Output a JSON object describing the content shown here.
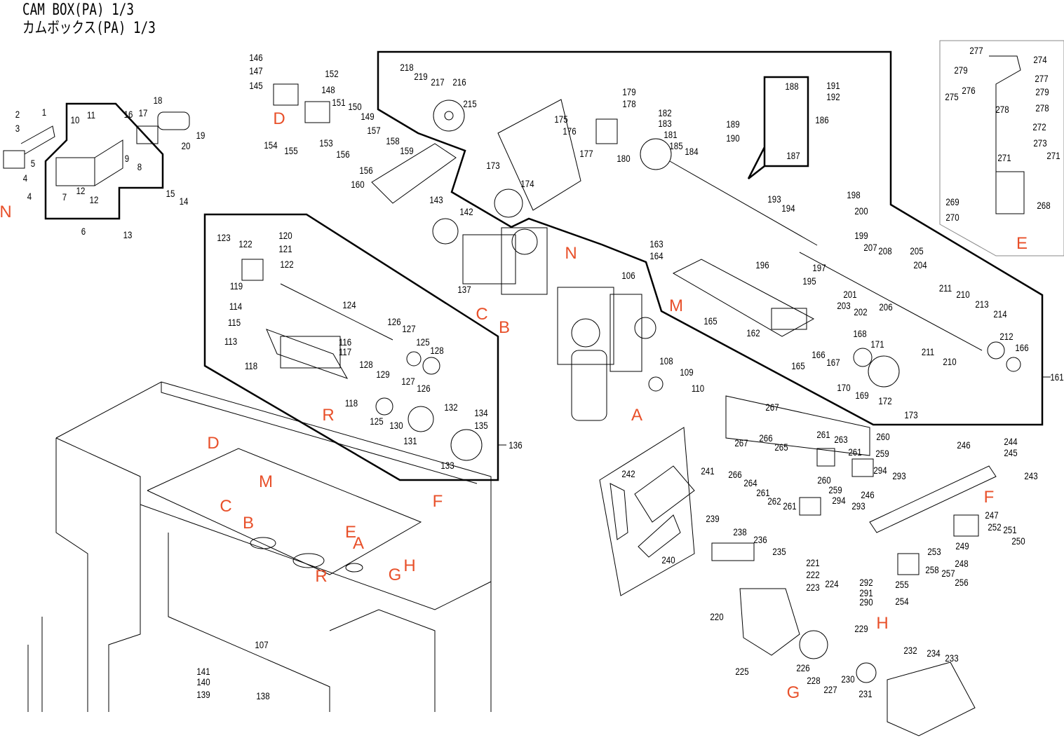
{
  "title": {
    "line1": "CAM BOX(PA) 1/3",
    "line2": "カムボックス(PA) 1/3"
  },
  "colors": {
    "reference_letter": "#e8502a",
    "linework": "#000000",
    "subassembly_box": "#888888"
  },
  "parts": [
    "2",
    "3",
    "1",
    "5",
    "4",
    "4",
    "10",
    "11",
    "16",
    "17",
    "18",
    "19",
    "20",
    "9",
    "8",
    "7",
    "12",
    "12",
    "15",
    "14",
    "6",
    "13",
    "146",
    "147",
    "145",
    "152",
    "148",
    "151",
    "150",
    "149",
    "157",
    "158",
    "159",
    "154",
    "155",
    "153",
    "156",
    "156",
    "160",
    "218",
    "219",
    "217",
    "216",
    "215",
    "173",
    "174",
    "143",
    "142",
    "137",
    "175",
    "176",
    "177",
    "179",
    "178",
    "182",
    "183",
    "181",
    "185",
    "184",
    "180",
    "188",
    "191",
    "192",
    "189",
    "190",
    "186",
    "187",
    "193",
    "194",
    "198",
    "200",
    "199",
    "196",
    "195",
    "197",
    "207",
    "208",
    "205",
    "204",
    "201",
    "203",
    "202",
    "206",
    "211",
    "210",
    "213",
    "214",
    "212",
    "166",
    "211",
    "210",
    "168",
    "171",
    "166",
    "167",
    "165",
    "170",
    "169",
    "172",
    "173",
    "161",
    "163",
    "164",
    "165",
    "162",
    "106",
    "108",
    "109",
    "110",
    "277",
    "274",
    "279",
    "277",
    "279",
    "275",
    "276",
    "278",
    "278",
    "272",
    "273",
    "271",
    "271",
    "269",
    "270",
    "268",
    "123",
    "122",
    "120",
    "121",
    "122",
    "119",
    "114",
    "115",
    "113",
    "116",
    "117",
    "124",
    "126",
    "127",
    "125",
    "128",
    "118",
    "128",
    "129",
    "127",
    "126",
    "118",
    "125",
    "130",
    "132",
    "134",
    "135",
    "131",
    "133",
    "136",
    "107",
    "141",
    "140",
    "139",
    "138",
    "267",
    "266",
    "265",
    "261",
    "263",
    "260",
    "261",
    "259",
    "267",
    "266",
    "264",
    "260",
    "261",
    "262",
    "261",
    "259",
    "294",
    "293",
    "294",
    "293",
    "246",
    "241",
    "242",
    "239",
    "238",
    "236",
    "235",
    "240",
    "221",
    "222",
    "223",
    "224",
    "292",
    "291",
    "290",
    "220",
    "229",
    "225",
    "226",
    "228",
    "227",
    "230",
    "231",
    "232",
    "234",
    "233",
    "246",
    "244",
    "245",
    "243",
    "247",
    "252",
    "251",
    "250",
    "249",
    "248",
    "253",
    "258",
    "257",
    "256",
    "255",
    "254"
  ],
  "reference_letters": [
    "N",
    "D",
    "C",
    "B",
    "N",
    "M",
    "A",
    "E",
    "R",
    "D",
    "M",
    "C",
    "B",
    "E",
    "A",
    "F",
    "H",
    "G",
    "R",
    "H",
    "G",
    "F"
  ]
}
